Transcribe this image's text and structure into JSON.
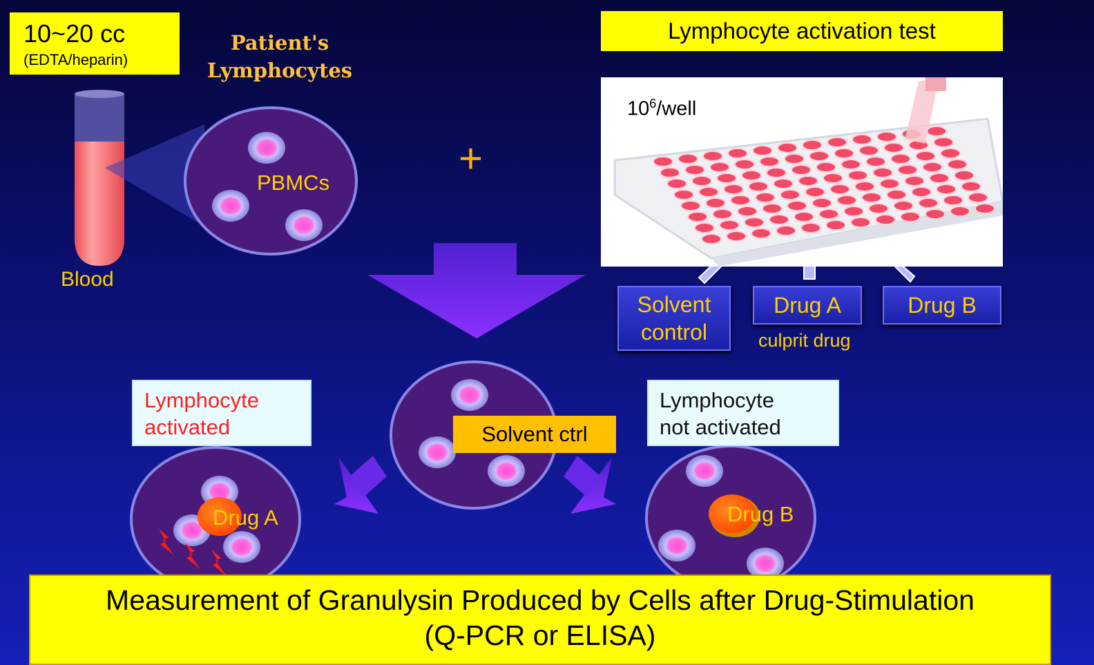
{
  "sample": {
    "volume": "10~20 cc",
    "anticoagulant": "(EDTA/heparin)"
  },
  "patient_label_line1": "Patient's",
  "patient_label_line2": "Lymphocytes",
  "blood_label": "Blood",
  "pbmcs_label": "PBMCs",
  "plus_sign": "+",
  "test_title": "Lymphocyte activation test",
  "well_density_base": "10",
  "well_density_exp": "6",
  "well_density_unit": "/well",
  "conditions": {
    "solvent_control_line1": "Solvent",
    "solvent_control_line2": "control",
    "drug_a": "Drug A",
    "drug_b": "Drug B",
    "culprit_note": "culprit drug"
  },
  "outcomes": {
    "activated_line1": "Lymphocyte",
    "activated_line2": "activated",
    "not_activated_line1": "Lymphocyte",
    "not_activated_line2": "not activated",
    "solvent_ctrl": "Solvent ctrl",
    "drug_a_tag": "Drug A",
    "drug_b_tag": "Drug B"
  },
  "measurement_line1": "Measurement of Granulysin Produced by Cells after Drug-Stimulation",
  "measurement_line2": "(Q-PCR or ELISA)",
  "colors": {
    "highlight_yellow": "#ffff00",
    "label_gold": "#ffd000",
    "activated_red": "#ff2020",
    "circle_purple": "#4a1a7a",
    "arrow_violet": "#7a2aff",
    "drug_orange": "#ff5a00"
  }
}
